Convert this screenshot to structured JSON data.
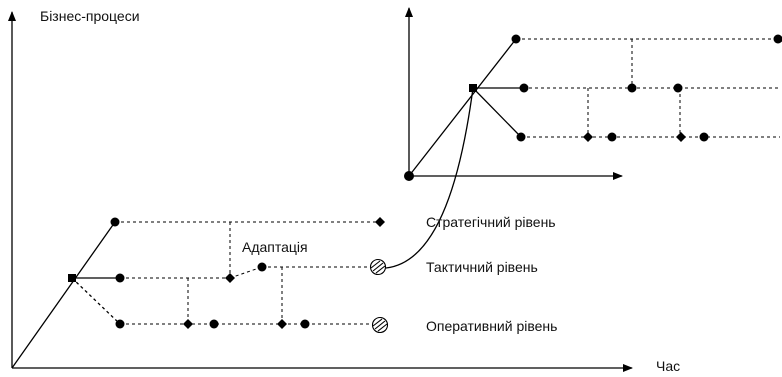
{
  "diagram": {
    "axis_y_label": "Бізнес-процеси",
    "axis_x_label": "Час",
    "levels": {
      "strategic": "Стратегічний рівень",
      "tactical": "Тактичний рівень",
      "operational": "Оперативний рівень"
    },
    "adaptation_label": "Адаптація"
  }
}
